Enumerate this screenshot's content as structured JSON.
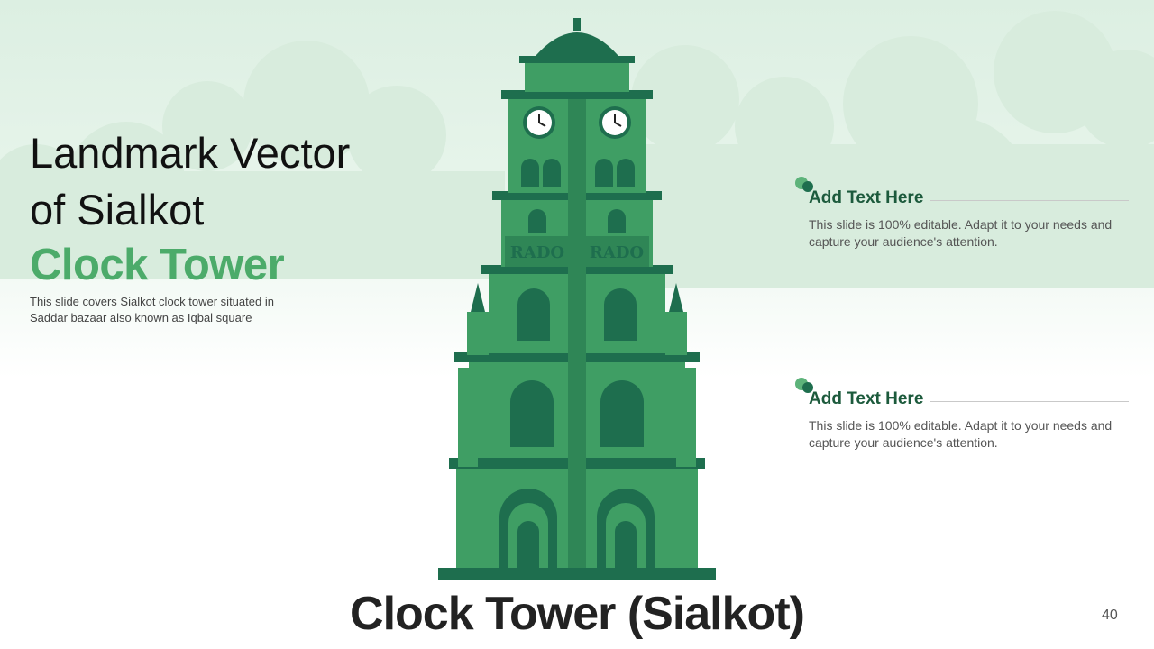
{
  "slide": {
    "title_line1": "Landmark Vector",
    "title_line2": "of Sialkot",
    "subtitle": "Clock Tower",
    "description": "This slide covers Sialkot clock tower situated in Saddar bazaar also known as Iqbal square",
    "items": [
      {
        "heading": "Add Text Here",
        "body": "This slide is 100% editable. Adapt it to your needs and capture your audience's attention."
      },
      {
        "heading": "Add Text Here",
        "body": "This slide is 100% editable. Adapt it to your needs and capture your audience's attention."
      }
    ],
    "bottom_title": "Clock Tower (Sialkot)",
    "page_number": "40",
    "tower_sign_text": "RADO"
  },
  "colors": {
    "accent_green": "#4cab6a",
    "tower_light": "#3f9e64",
    "tower_dark": "#1e6e4e",
    "heading_dark_green": "#1c5a3c",
    "cloud_green": "#d8ecdd"
  },
  "icons": [
    "bullet-dots-icon",
    "clock-face-icon"
  ]
}
